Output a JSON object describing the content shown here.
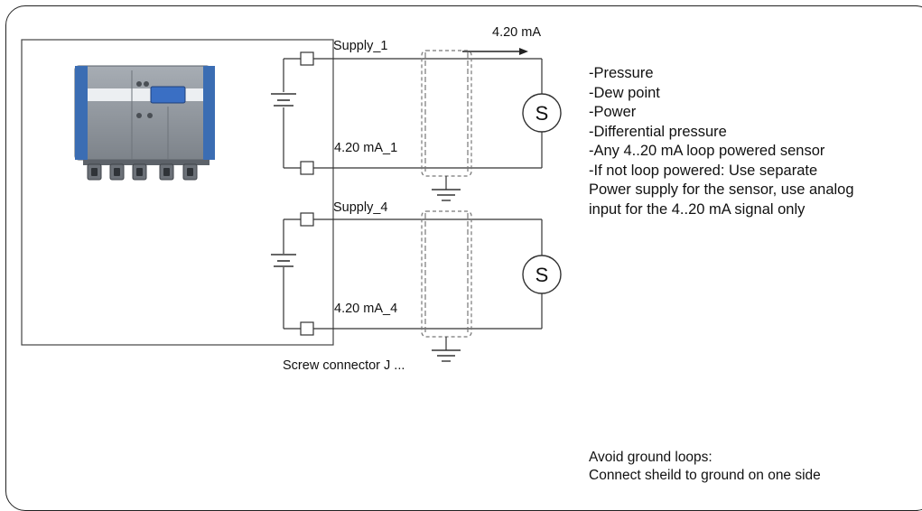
{
  "labels": {
    "supply_1": "Supply_1",
    "current_1": "4.20 mA_1",
    "supply_4": "Supply_4",
    "current_4": "4.20 mA_4",
    "flow": "4.20 mA",
    "connector": "Screw connector J ...",
    "sensor_1": "S",
    "sensor_4": "S"
  },
  "sensor_types": [
    "-Pressure",
    "-Dew point",
    "-Power",
    "-Differential pressure",
    "-Any 4..20 mA loop powered sensor",
    "-If not loop powered: Use separate",
    "Power supply for the sensor, use analog",
    "input for the 4..20 mA signal only"
  ],
  "ground_note": [
    "Avoid ground loops:",
    "Connect sheild to ground on one side"
  ],
  "colors": {
    "device_body": "#8e949b",
    "device_accent": "#3b6db3",
    "device_display": "#3a6fc4",
    "wire": "#333333",
    "shield": "#777777"
  }
}
